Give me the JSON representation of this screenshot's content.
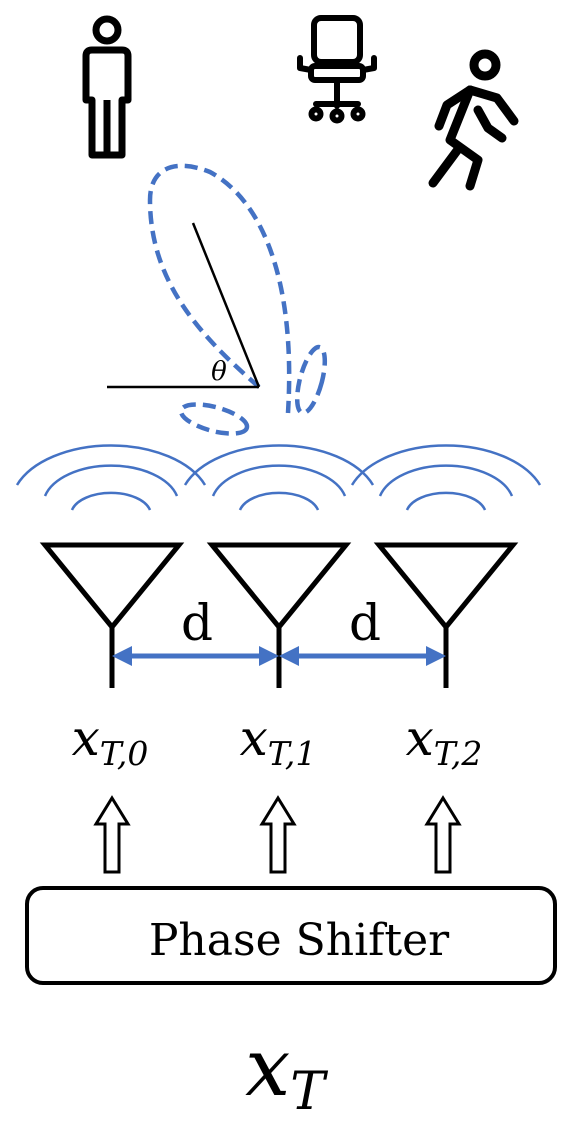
{
  "colors": {
    "stroke": "#000000",
    "wave": "#4472C4",
    "beam": "#4472C4",
    "background": "#ffffff"
  },
  "icons": [
    "standing-person-icon",
    "office-chair-icon",
    "walking-person-icon"
  ],
  "beam": {
    "angle_label": "θ"
  },
  "array": {
    "spacing_label": "d",
    "signals": [
      {
        "base": "x",
        "sub": "T,0"
      },
      {
        "base": "x",
        "sub": "T,1"
      },
      {
        "base": "x",
        "sub": "T,2"
      }
    ]
  },
  "phase_shifter": {
    "label": "Phase Shifter"
  },
  "input_signal": {
    "base": "x",
    "sub": "T"
  }
}
